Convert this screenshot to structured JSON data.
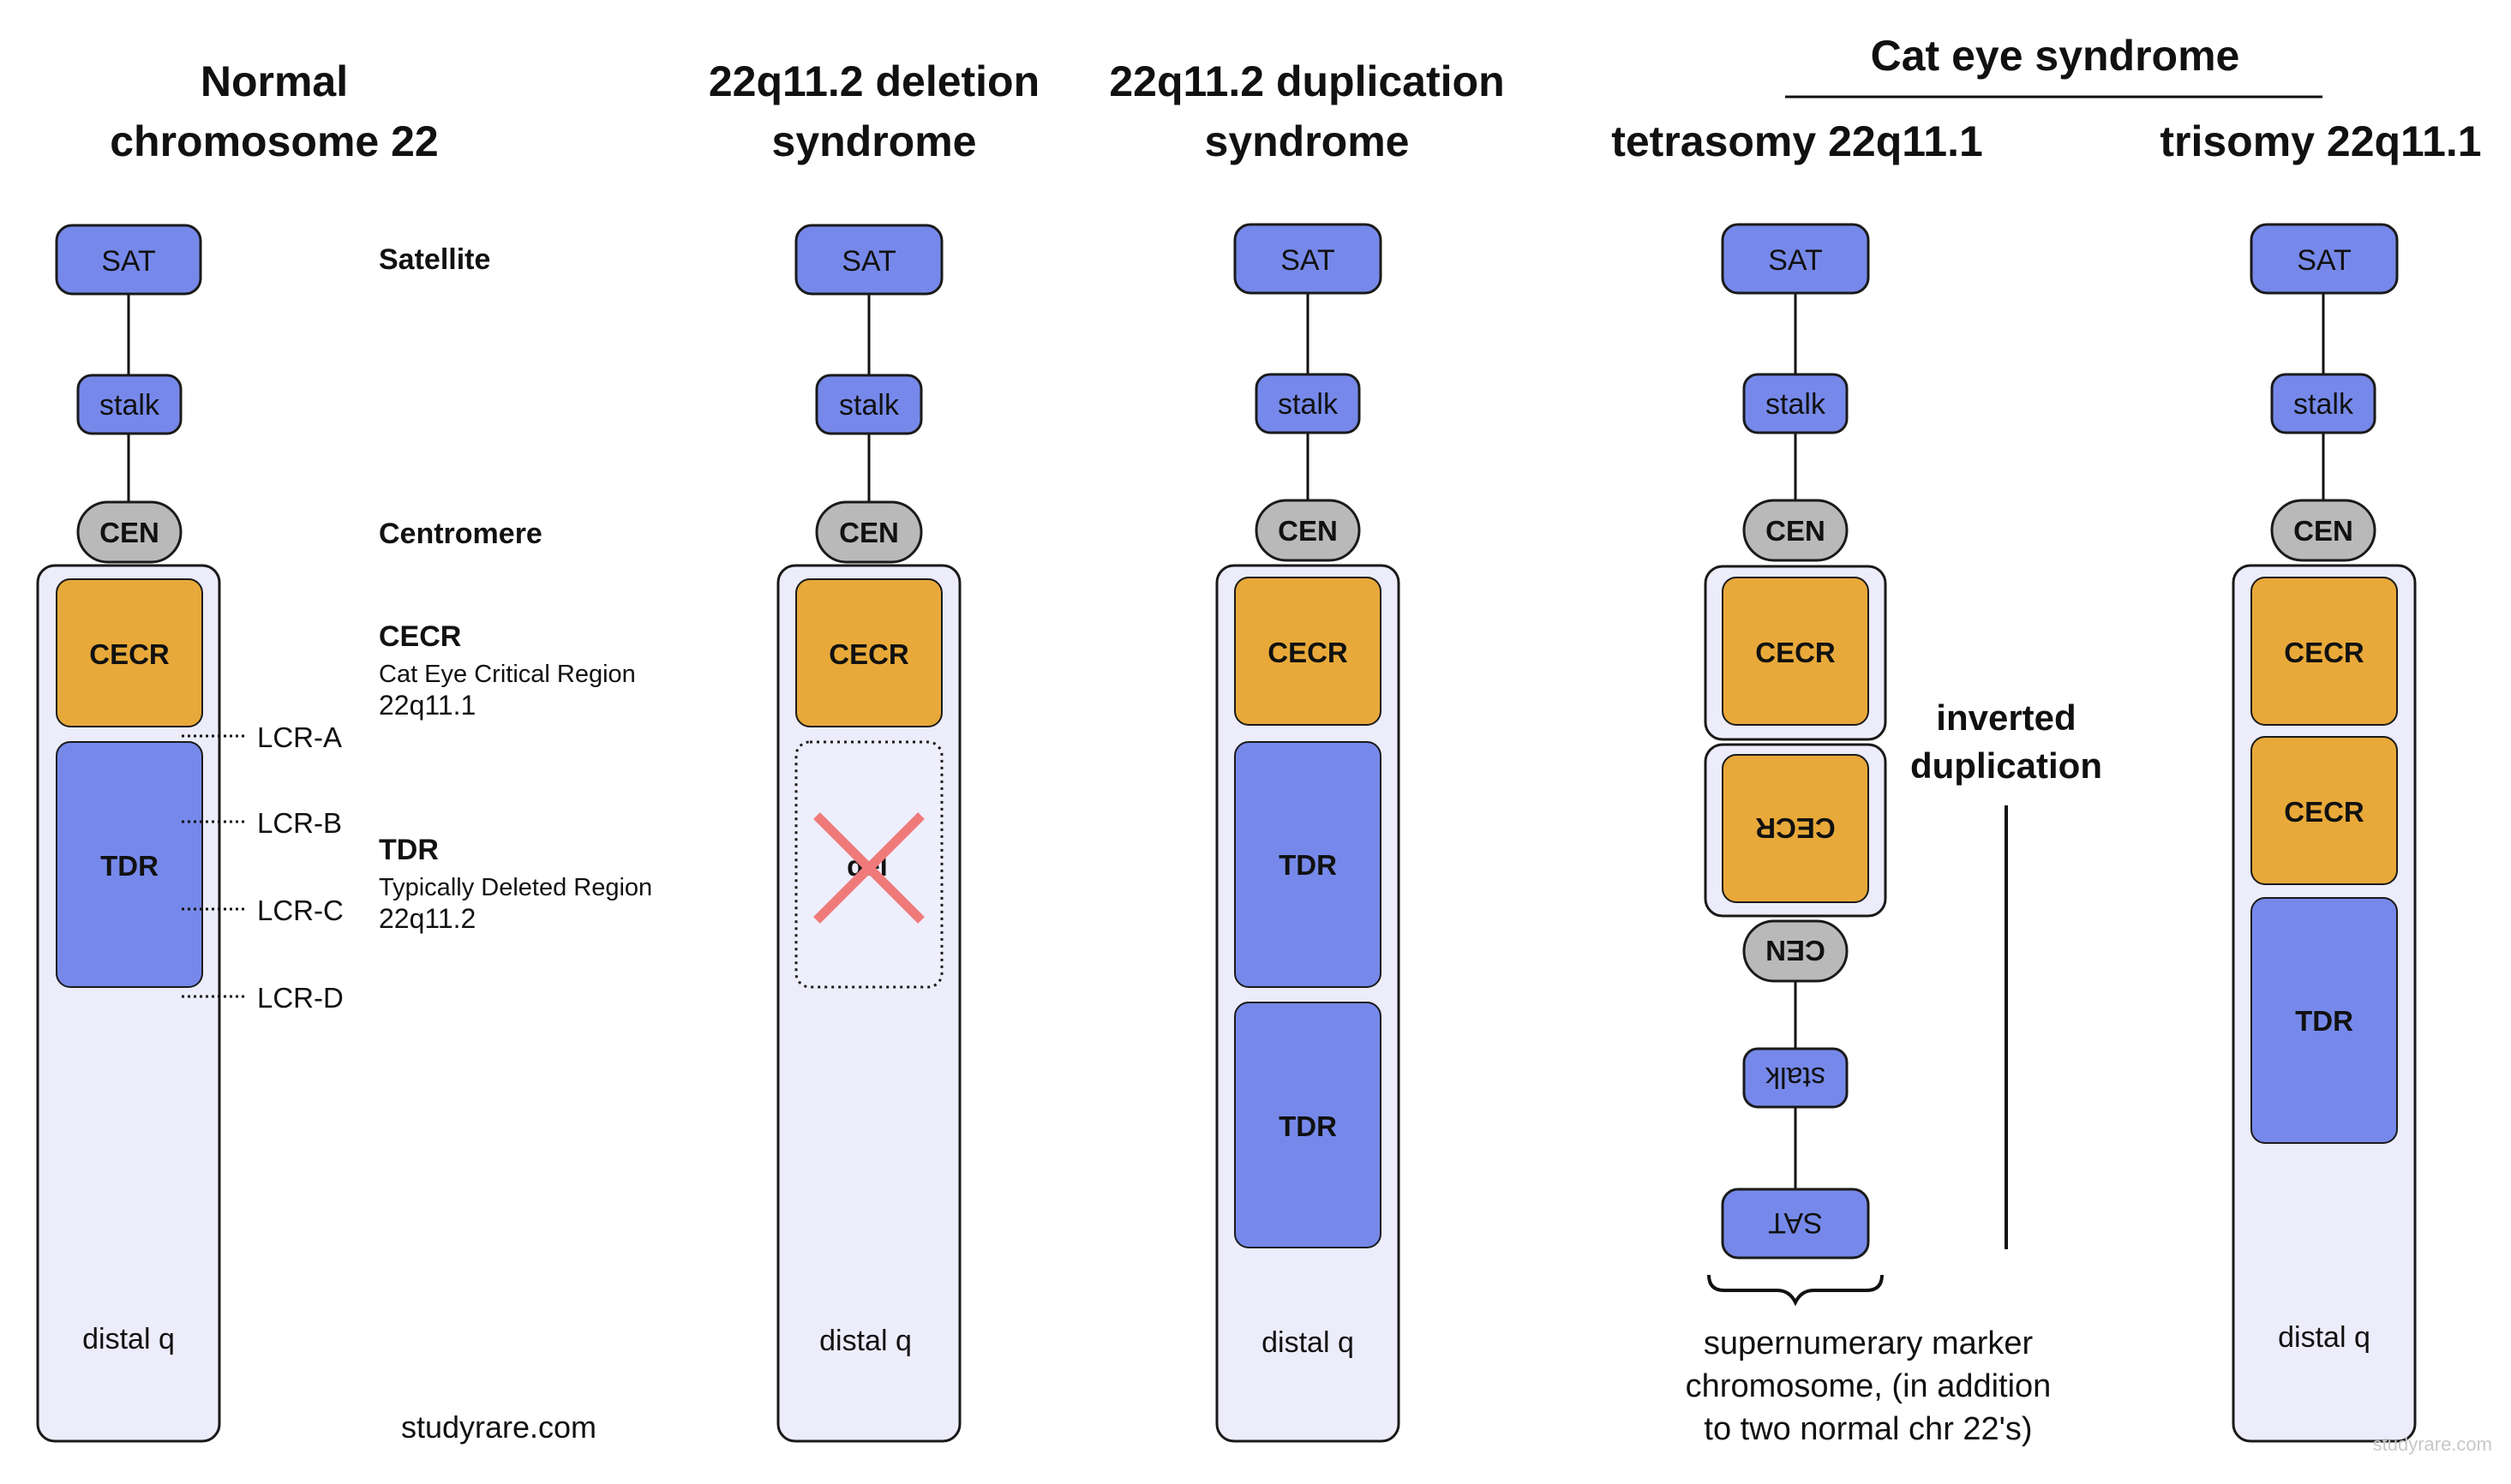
{
  "colors": {
    "blue": "#7689ea",
    "orange": "#e8a93a",
    "gray": "#b9b9b9",
    "chromosome_bg": "#ececfb",
    "outline": "#1a1a1a",
    "delete_x": "#f07a7a"
  },
  "titles": {
    "normal": [
      "Normal",
      "chromosome 22"
    ],
    "deletion": [
      "22q11.2 deletion",
      "syndrome"
    ],
    "duplication": [
      "22q11.2 duplication",
      "syndrome"
    ],
    "cat_eye": "Cat eye syndrome",
    "tetrasomy": "tetrasomy 22q11.1",
    "trisomy": "trisomy 22q11.1"
  },
  "segments": {
    "sat": "SAT",
    "stalk": "stalk",
    "cen": "CEN",
    "cecr": "CECR",
    "tdr": "TDR",
    "del": "del",
    "distal_q": "distal q"
  },
  "legend": {
    "satellite": "Satellite",
    "centromere": "Centromere",
    "cecr_title": "CECR",
    "cecr_desc": "Cat Eye Critical Region",
    "cecr_band": "22q11.1",
    "tdr_title": "TDR",
    "tdr_desc": "Typically Deleted Region",
    "tdr_band": "22q11.2"
  },
  "lcr_labels": [
    "LCR-A",
    "LCR-B",
    "LCR-C",
    "LCR-D"
  ],
  "inverted_duplication": [
    "inverted",
    "duplication"
  ],
  "marker_note": [
    "supernumerary marker",
    "chromosome, (in addition",
    "to two normal chr 22's)"
  ],
  "credit": "studyrare.com",
  "watermark": "studyrare.com"
}
